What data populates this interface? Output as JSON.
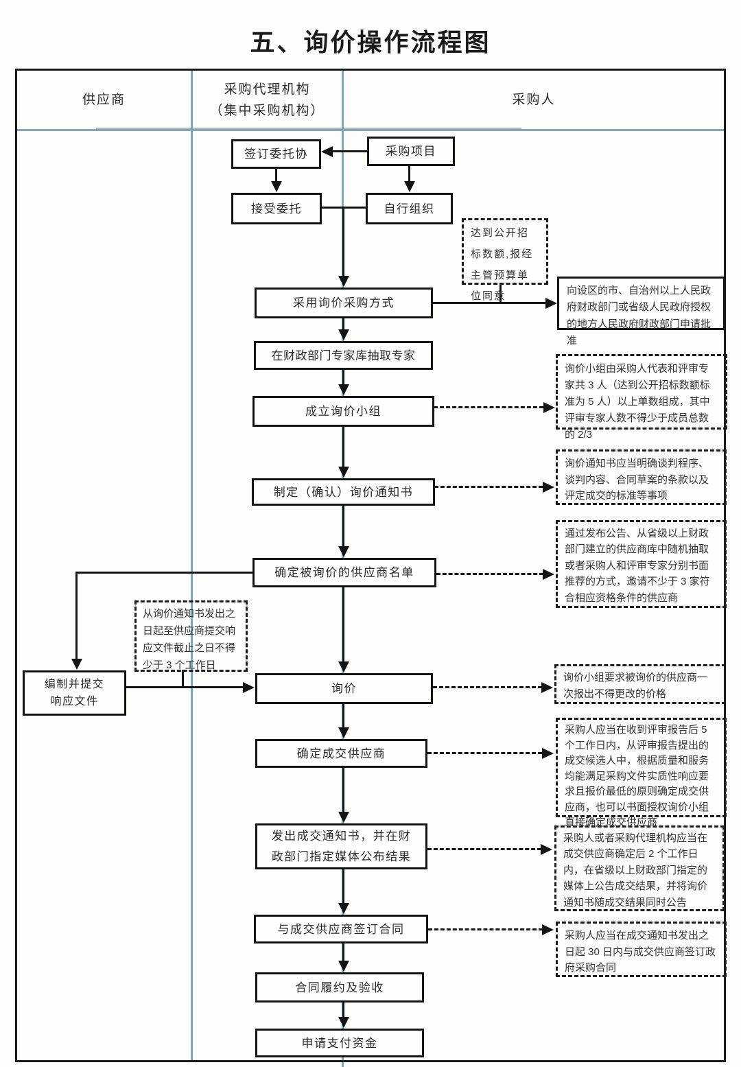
{
  "title": "五、询价操作流程图",
  "lanes": {
    "supplier": "供应商",
    "agency": "采购代理机构",
    "agency_sub": "（集中采购机构）",
    "purchaser": "采购人"
  },
  "nodes": {
    "sign_agreement": "签订委托协",
    "procurement_project": "采购项目",
    "accept_commission": "接受委托",
    "self_organize": "自行组织",
    "adopt_inquiry_method": "采用询价采购方式",
    "extract_experts": "在财政部门专家库抽取专家",
    "form_inquiry_team": "成立询价小组",
    "draft_inquiry_notice": "制定（确认）询价通知书",
    "determine_supplier_list": "确定被询价的供应商名单",
    "prepare_response_l1": "编制并提交",
    "prepare_response_l2": "响应文件",
    "inquiry": "询价",
    "determine_winner": "确定成交供应商",
    "issue_award_notice": "发出成交通知书，并在财政部门指定媒体公布结果",
    "sign_contract": "与成交供应商签订合同",
    "contract_acceptance": "合同履约及验收",
    "apply_payment": "申请支付资金"
  },
  "notes": {
    "open_tender_threshold": "达到公开招标数额,报经主管预算单位同意",
    "approval_request": "向设区的市、自治州以上人民政府财政部门或省级人民政府授权的地方人民政府财政部门申请批准",
    "team_composition": "询价小组由采购人代表和评审专家共 3 人（达到公开招标数额标准为 5 人）以上单数组成，其中评审专家人数不得少于成员总数的 2/3",
    "notice_requirements": "询价通知书应当明确谈判程序、谈判内容、合同草案的条款以及评定成交的标准等事项",
    "supplier_invitation": "通过发布公告、从省级以上财政部门建立的供应商库中随机抽取或者采购人和评审专家分别书面推荐的方式，邀请不少于 3 家符合相应资格条件的供应商",
    "response_deadline": "从询价通知书发出之日起至供应商提交响应文件截止之日不得少于 3 个工作日",
    "one_time_quote": "询价小组要求被询价的供应商一次报出不得更改的价格",
    "winner_determination": "采购人应当在收到评审报告后 5 个工作日内，从评审报告提出的成交候选人中，根据质量和服务均能满足采购文件实质性响应要求且报价最低的原则确定成交供应商，也可以书面授权询价小组直接确定成交供应商",
    "result_announcement": "采购人或者采购代理机构应当在成交供应商确定后 2 个工作日内，在省级以上财政部门指定的媒体上公告成交结果，并将询价通知书随成交结果同时公告",
    "contract_within_30_days": "采购人应当在成交通知书发出之日起 30 日内与成交供应商签订政府采购合同"
  },
  "colors": {
    "grid_line": "#84a7b5",
    "ink": "#151515"
  }
}
